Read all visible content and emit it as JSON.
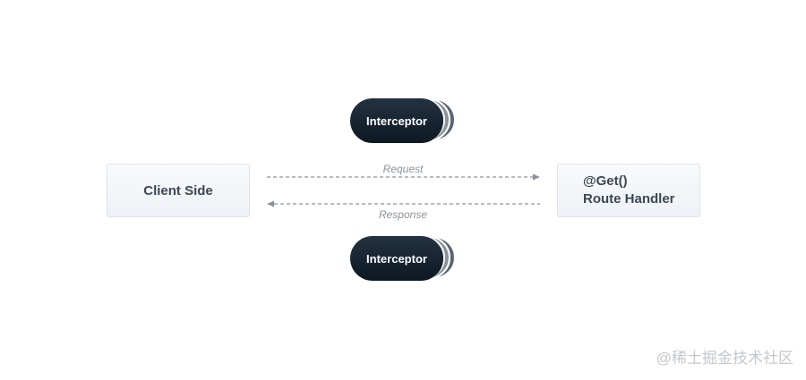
{
  "client": {
    "label": "Client Side"
  },
  "handler": {
    "line1": "@Get()",
    "line2": "Route Handler"
  },
  "interceptors": {
    "top": "Interceptor",
    "bottom": "Interceptor"
  },
  "arrows": {
    "request": "Request",
    "response": "Response"
  },
  "watermark": "@稀土掘金技术社区",
  "colors": {
    "pill": "#111d28",
    "box_border": "#dde3ea",
    "arrow": "#8a939c",
    "text": "#3d4752"
  }
}
